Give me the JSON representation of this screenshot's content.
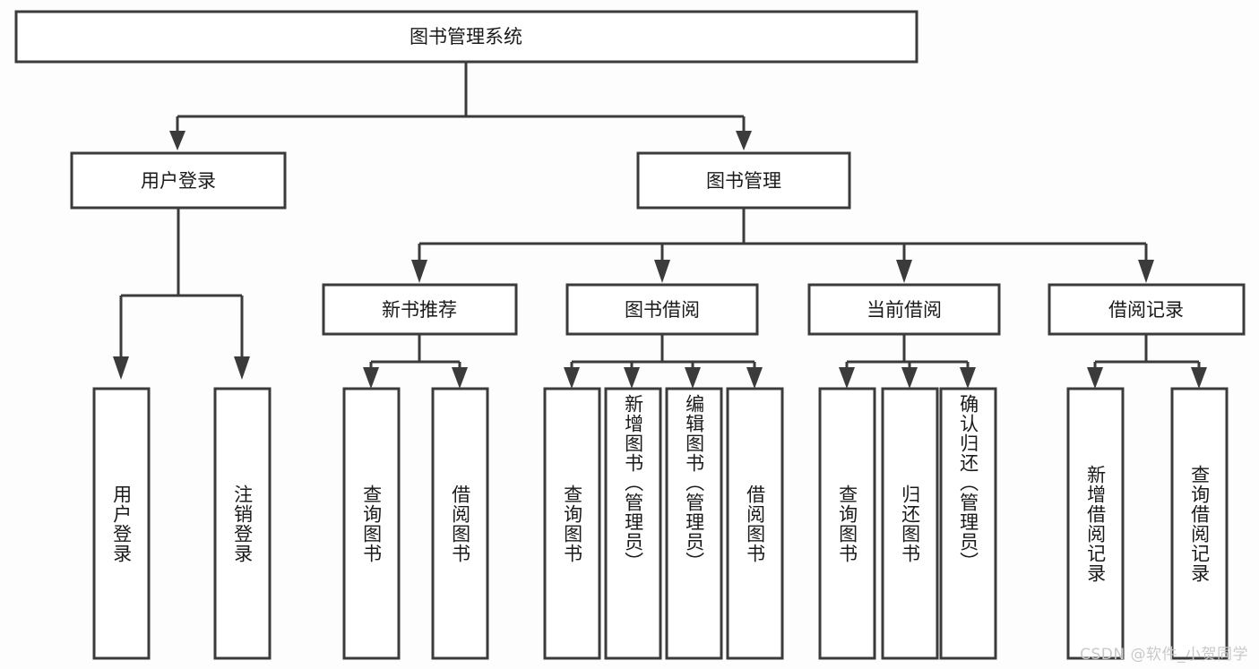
{
  "diagram": {
    "type": "tree",
    "title": "图书管理系统",
    "orientation": "top-down",
    "colors": {
      "background": "#fdfdfd",
      "box_fill": "#ffffff",
      "box_stroke": "#3b3b3b",
      "text": "#1a1a1a",
      "watermark": "#c9c9c9"
    }
  },
  "root": {
    "label": "图书管理系统"
  },
  "level2": [
    {
      "label": "用户登录"
    },
    {
      "label": "图书管理"
    }
  ],
  "level3": [
    {
      "label": "新书推荐"
    },
    {
      "label": "图书借阅"
    },
    {
      "label": "当前借阅"
    },
    {
      "label": "借阅记录"
    }
  ],
  "leaves": {
    "user_login": [
      {
        "label": "用户登录"
      },
      {
        "label": "注销登录"
      }
    ],
    "new_book_recommend": [
      {
        "label": "查询图书"
      },
      {
        "label": "借阅图书"
      }
    ],
    "book_borrow": [
      {
        "label": "查询图书"
      },
      {
        "label": "新增图书（管理员）"
      },
      {
        "label": "编辑图书（管理员）"
      },
      {
        "label": "借阅图书"
      }
    ],
    "current_borrow": [
      {
        "label": "查询图书"
      },
      {
        "label": "归还图书"
      },
      {
        "label": "确认归还（管理员）"
      }
    ],
    "borrow_record": [
      {
        "label": "新增借阅记录"
      },
      {
        "label": "查询借阅记录"
      }
    ]
  },
  "watermark": {
    "text": "CSDN @软件_小贺同学"
  }
}
